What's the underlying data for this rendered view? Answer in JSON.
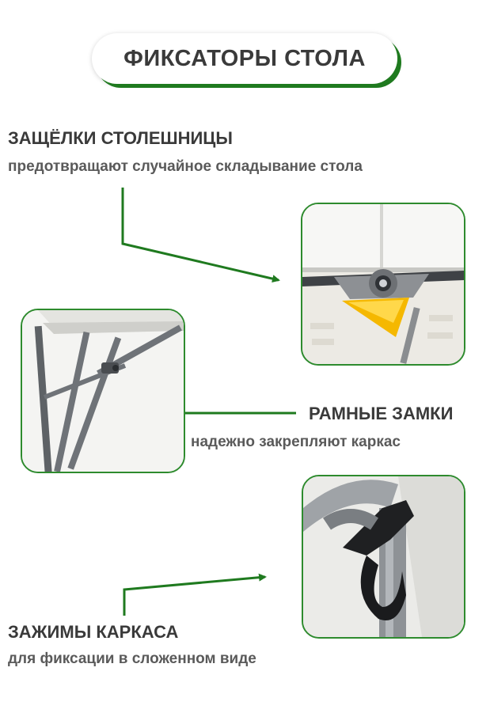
{
  "title": "ФИКСАТОРЫ СТОЛА",
  "features": [
    {
      "heading": "ЗАЩЁЛКИ СТОЛЕШНИЦЫ",
      "description": "предотвращают случайное складывание стола"
    },
    {
      "heading": "РАМНЫЕ ЗАМКИ",
      "description": "надежно закрепляют каркас"
    },
    {
      "heading": "ЗАЖИМЫ КАРКАСА",
      "description": "для фиксации в сложенном виде"
    }
  ],
  "colors": {
    "accent": "#1f7a1f",
    "text": "#3a3a3a",
    "latch": "#f5b800",
    "frame": "#6f7378"
  }
}
